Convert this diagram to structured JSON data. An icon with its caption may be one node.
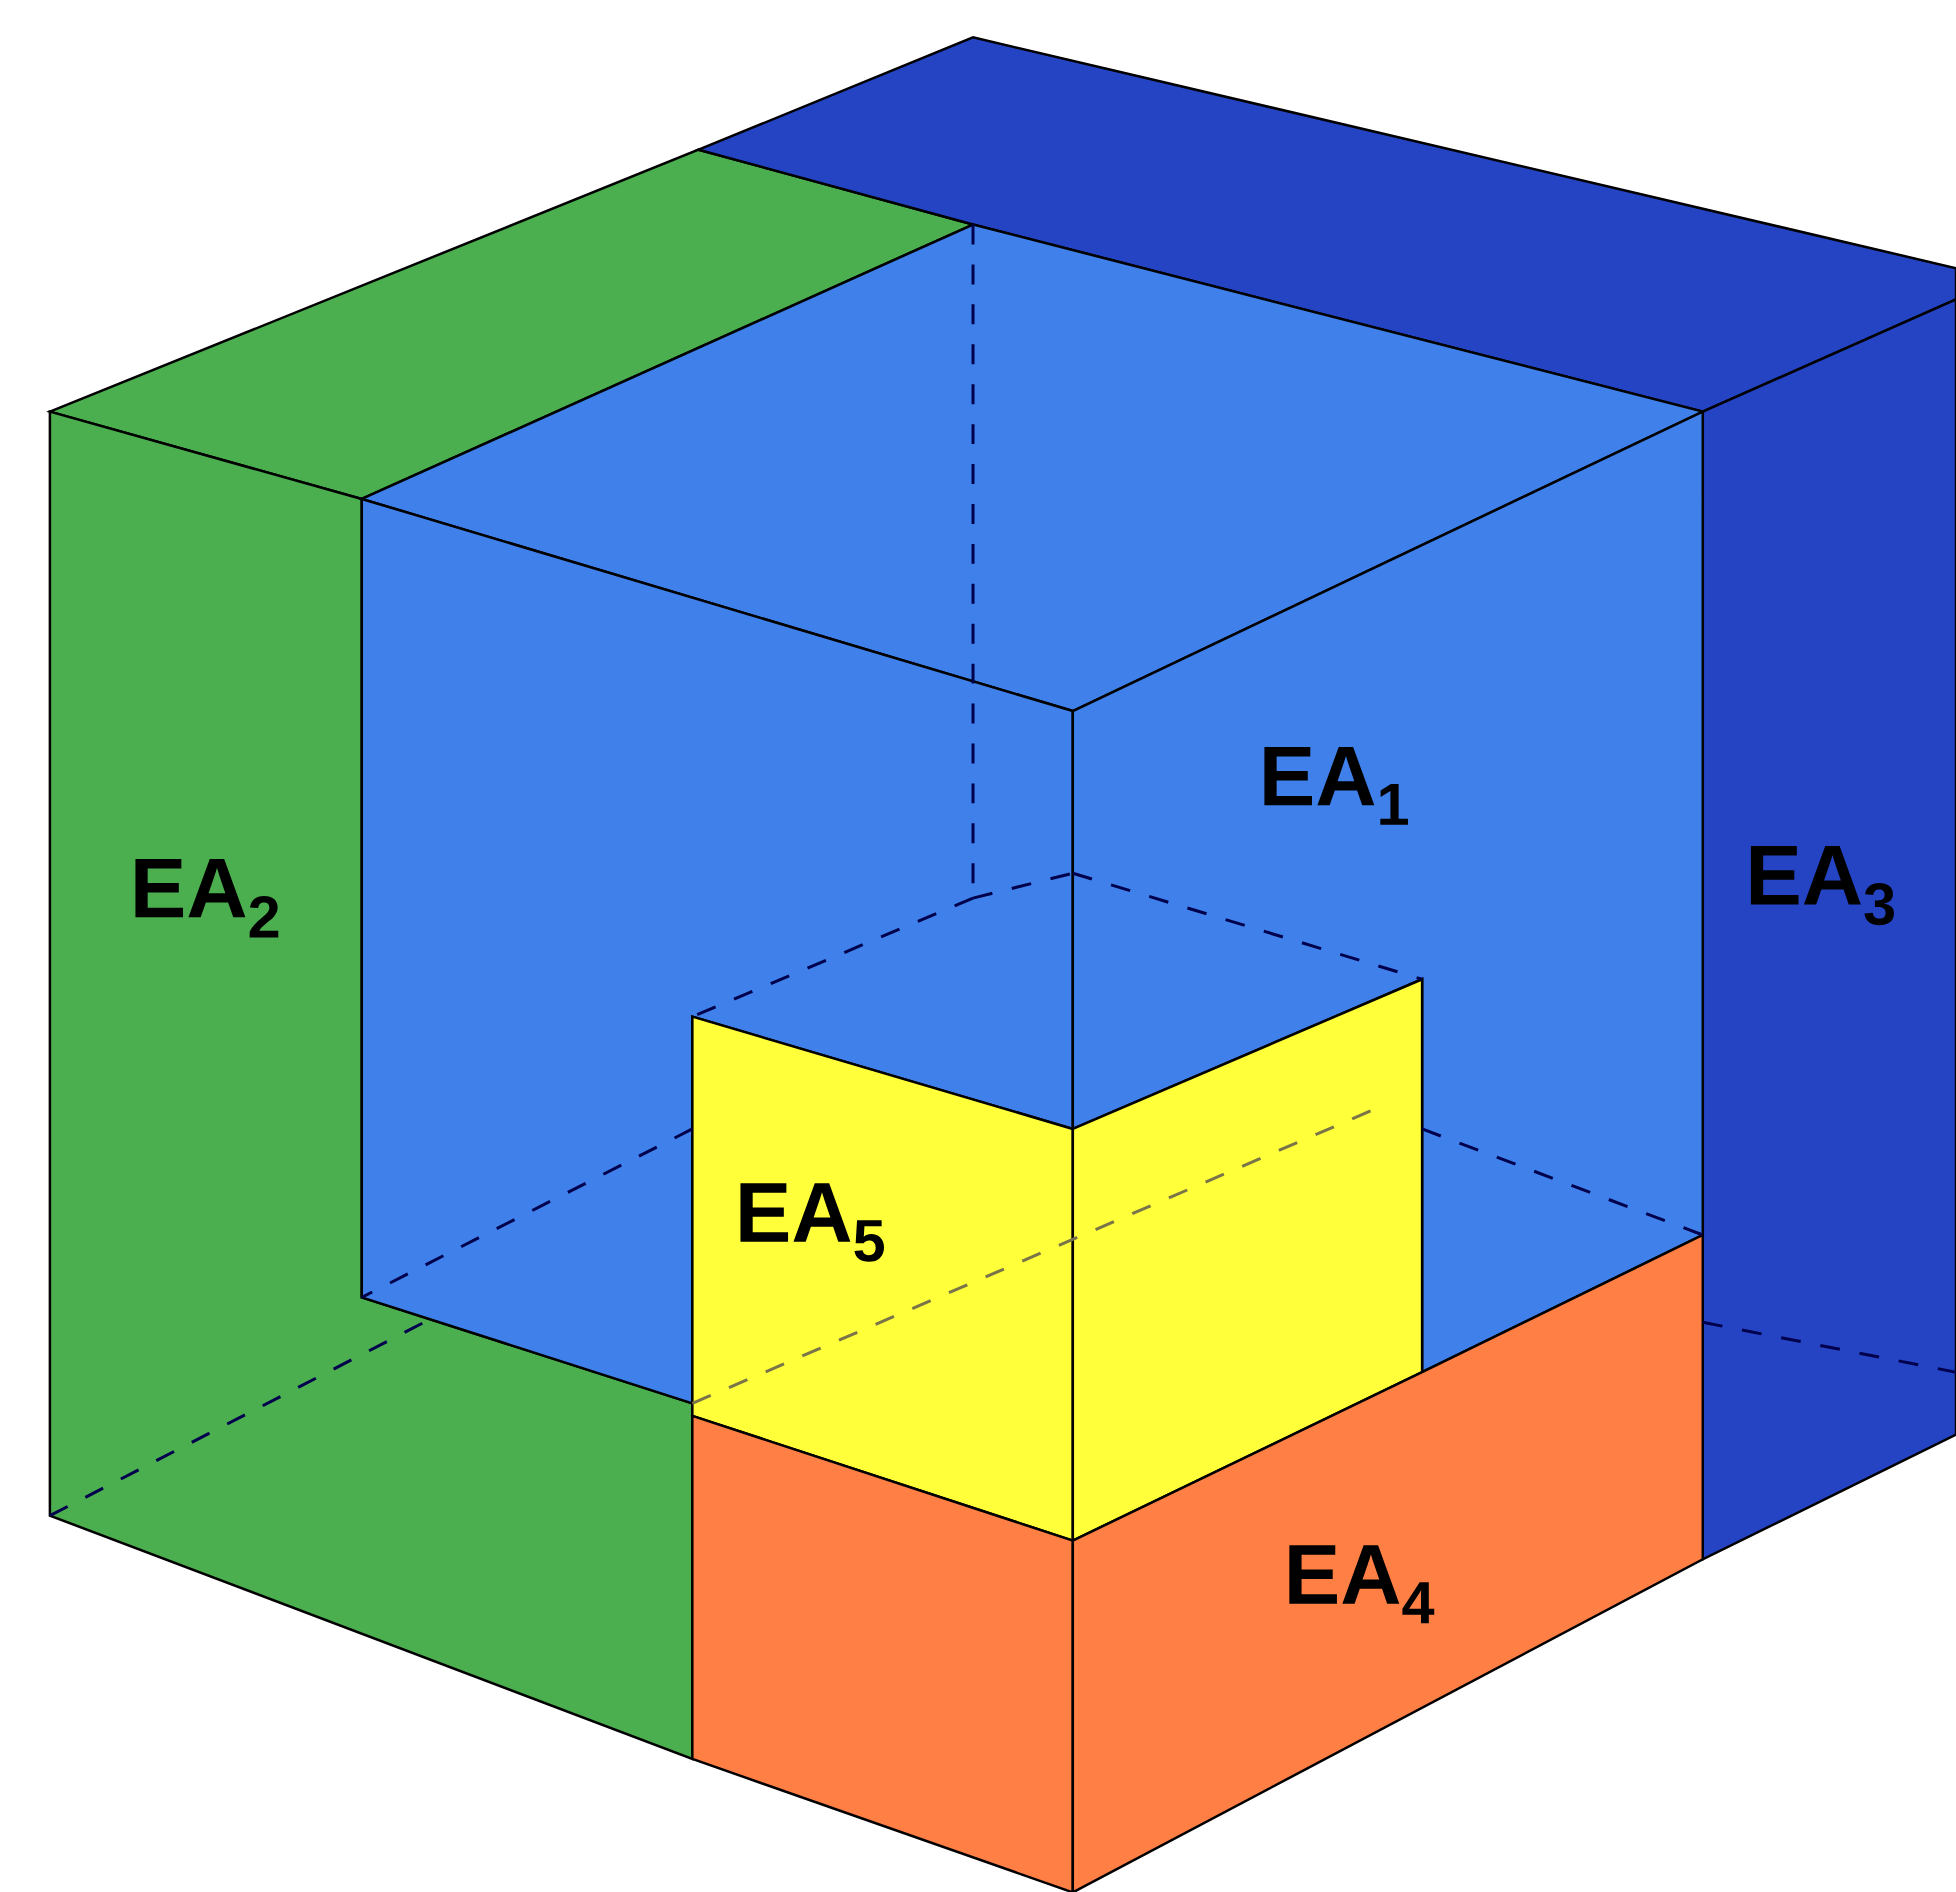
{
  "diagram": {
    "labels": [
      "EA$_{1}$",
      "EA$_{2}$",
      "EA$_{3}$",
      "EA$_{5}$",
      "EA$_{4}$"
    ]
  }
}
